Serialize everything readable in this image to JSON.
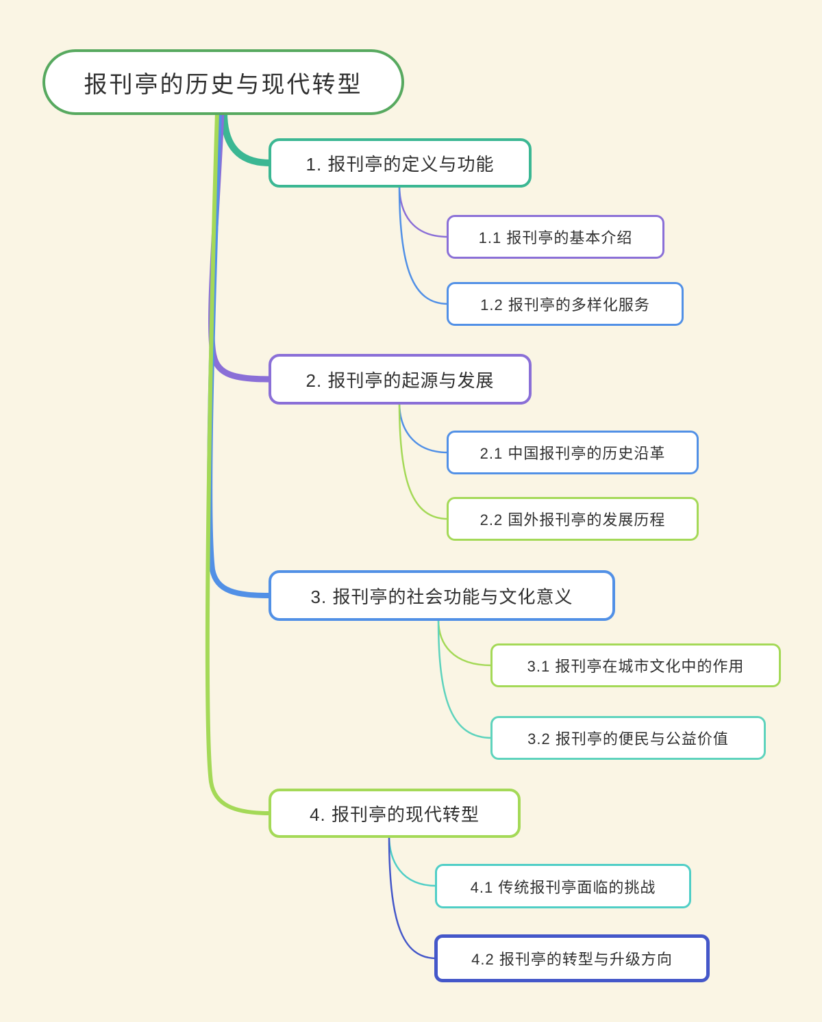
{
  "mindmap": {
    "root": {
      "label": "报刊亭的历史与现代转型",
      "border_color": "#57a95f"
    },
    "branches": [
      {
        "label": "1. 报刊亭的定义与功能",
        "color": "#3bb793",
        "children": [
          {
            "label": "1.1 报刊亭的基本介绍",
            "color": "#8a6fd7"
          },
          {
            "label": "1.2 报刊亭的多样化服务",
            "color": "#5190e6"
          }
        ]
      },
      {
        "label": "2. 报刊亭的起源与发展",
        "color": "#8a6fd7",
        "children": [
          {
            "label": "2.1 中国报刊亭的历史沿革",
            "color": "#5190e6"
          },
          {
            "label": "2.2 国外报刊亭的发展历程",
            "color": "#a4d957"
          }
        ]
      },
      {
        "label": "3. 报刊亭的社会功能与文化意义",
        "color": "#5190e6",
        "children": [
          {
            "label": "3.1 报刊亭在城市文化中的作用",
            "color": "#a4d957"
          },
          {
            "label": "3.2 报刊亭的便民与公益价值",
            "color": "#5ed3bd"
          }
        ]
      },
      {
        "label": "4. 报刊亭的现代转型",
        "color": "#a4d957",
        "children": [
          {
            "label": "4.1 传统报刊亭面临的挑战",
            "color": "#4fcec6"
          },
          {
            "label": "4.2 报刊亭的转型与升级方向",
            "color": "#4457c9"
          }
        ]
      }
    ],
    "colors": {
      "background": "#faf5e4",
      "node_fill": "#ffffff",
      "text": "#2f2f2f"
    }
  }
}
